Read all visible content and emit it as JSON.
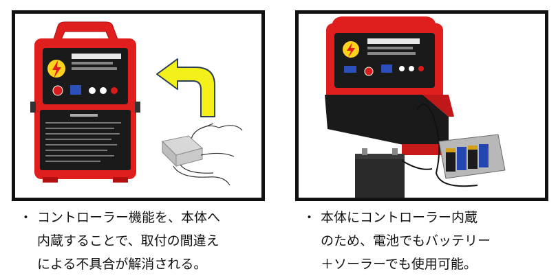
{
  "colors": {
    "frame": "#111111",
    "device_red": "#e01e1e",
    "arrow_yellow": "#f4f01a",
    "panel_black": "#1a1a1a"
  },
  "left_panel": {
    "icon": "arrow-left-icon",
    "caption_bullet": "・",
    "caption_lines": [
      "コントローラー機能を、本体へ",
      "内蔵することで、取付の間違え",
      "による不具合が解消される。"
    ]
  },
  "right_panel": {
    "caption_bullet": "・",
    "caption_lines": [
      "本体にコントローラー内蔵",
      "のため、電池でもバッテリー",
      "＋ソーラーでも使用可能。"
    ]
  }
}
